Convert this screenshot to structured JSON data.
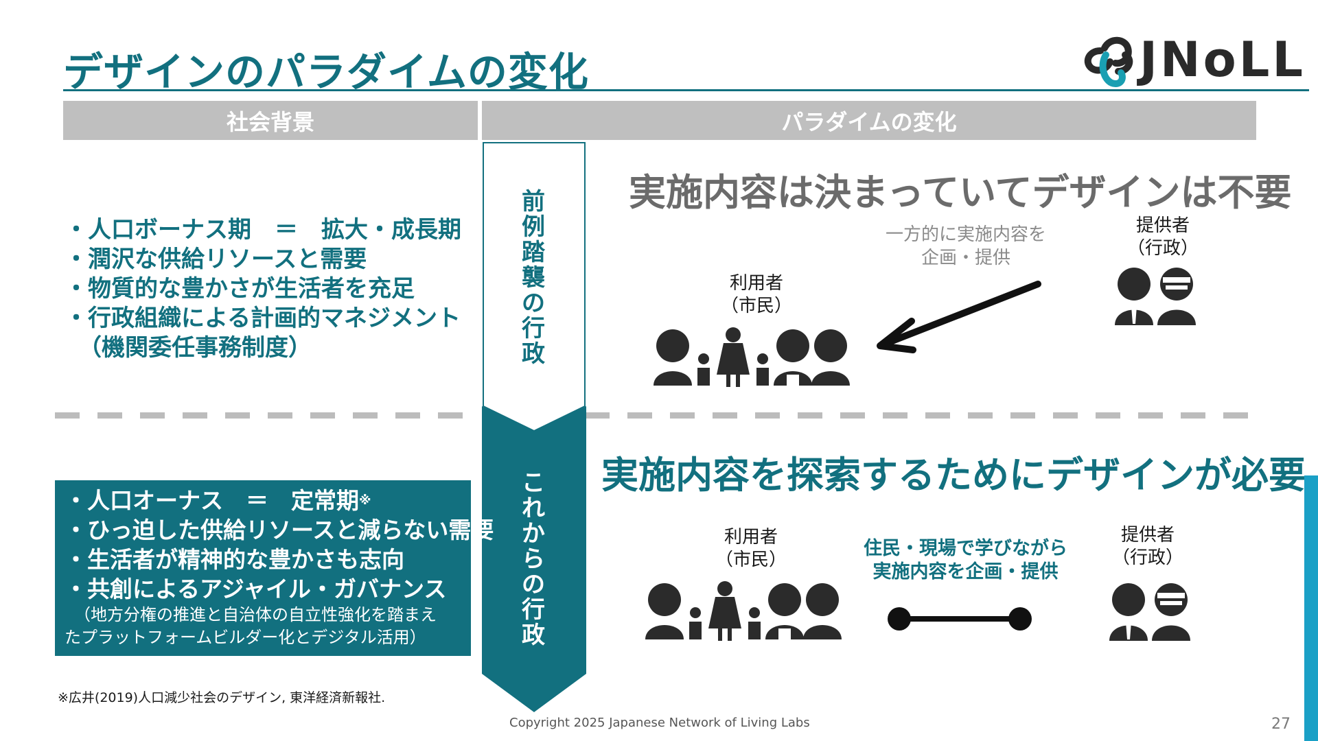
{
  "title": "デザインのパラダイムの変化",
  "logo": {
    "text": "JNoLL",
    "brand_color": "#1a9fb2",
    "icon": "chain-link-logo-icon"
  },
  "headers": {
    "social_background": "社会背景",
    "paradigm_change": "パラダイムの変化"
  },
  "past": {
    "background_items": [
      "・人口ボーナス期　＝　拡大・成長期",
      "・潤沢な供給リソースと需要",
      "・物質的な豊かさが生活者を充足",
      "・行政組織による計画的マネジメント",
      "（機関委任事務制度）"
    ],
    "arrow_label": "前例踏襲の行政",
    "headline": "実施内容は決まっていてデザインは不要",
    "user_label": [
      "利用者",
      "（市民）"
    ],
    "provider_label": [
      "提供者",
      "（行政）"
    ],
    "flow_note": [
      "一方的に実施内容を",
      "企画・提供"
    ]
  },
  "future": {
    "background_items": [
      "・人口オーナス　＝　定常期",
      "・ひっ迫した供給リソースと減らない需要",
      "・生活者が精神的な豊かさも志向",
      "・共創によるアジャイル・ガバナンス"
    ],
    "footnote_mark": "※",
    "background_note": [
      "（地方分権の推進と自治体の自立性強化を踏まえ",
      "たプラットフォームビルダー化とデジタル活用）"
    ],
    "arrow_label": "これからの行政",
    "headline": "実施内容を探索するためにデザインが必要",
    "user_label": [
      "利用者",
      "（市民）"
    ],
    "provider_label": [
      "提供者",
      "（行政）"
    ],
    "flow_note": [
      "住民・現場で学びながら",
      "実施内容を企画・提供"
    ]
  },
  "footnote": "※広井(2019)人口減少社会のデザイン, 東洋経済新報社.",
  "copyright": "Copyright 2025  Japanese Network of Living Labs",
  "page_number": "27",
  "colors": {
    "teal": "#12707f",
    "gray_header": "#bfbfbf",
    "accent_bar": "#1aa0c6"
  }
}
